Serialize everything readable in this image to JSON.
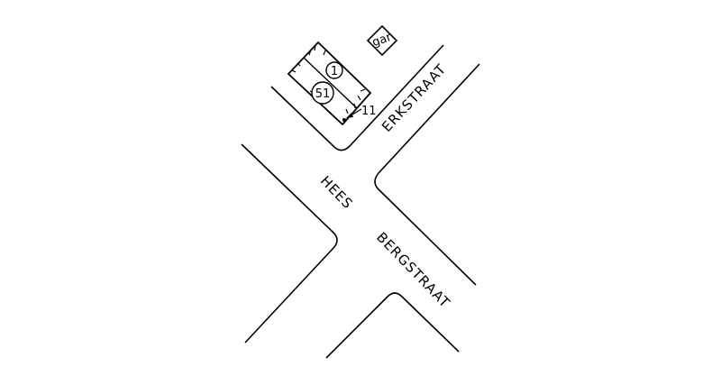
{
  "streets": {
    "erkstraat": "ERKSTRAAT",
    "hees": "HEES",
    "bergstraat": "BERGSTRAAT"
  },
  "building": {
    "house_number_1": "1",
    "house_number_51": "51",
    "pointer_label": "11"
  },
  "garage": {
    "label": "gar"
  }
}
